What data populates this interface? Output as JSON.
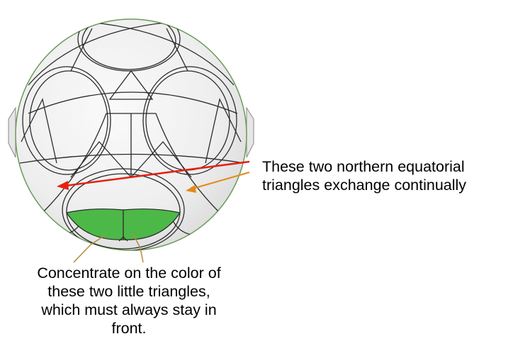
{
  "annotations": {
    "right": {
      "lines": [
        "These two northern equatorial",
        "triangles exchange continually"
      ]
    },
    "bottom": {
      "lines": [
        "Concentrate on the color of",
        "these two little triangles,",
        "which must always stay in",
        "front."
      ]
    }
  },
  "colors": {
    "highlight_triangles": "#4cb848",
    "sphere_outline": "#6a9a58",
    "red_arrow": "#e62010",
    "orange_arrow": "#e08a18",
    "pointer_line": "#b88a3c"
  }
}
